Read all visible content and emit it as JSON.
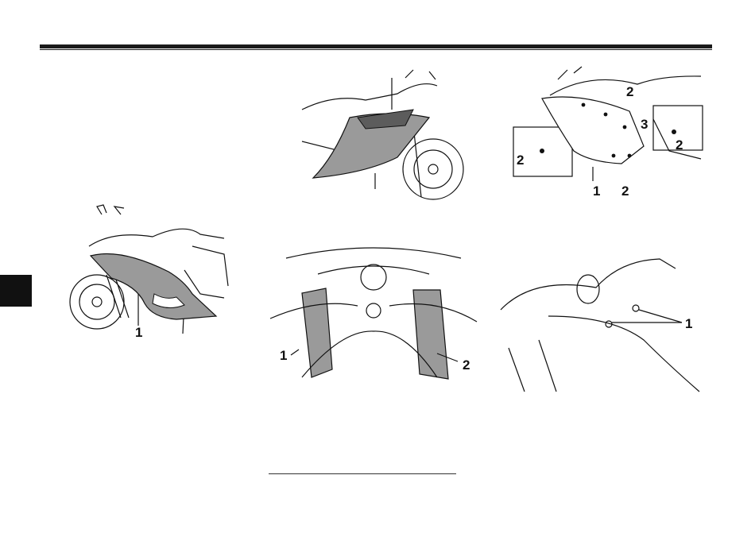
{
  "figures": {
    "fig_left_fairing": {
      "callouts": [
        "1"
      ]
    },
    "fig_top_center_panel": {
      "callouts": []
    },
    "fig_top_right_bolts": {
      "callouts": [
        "2",
        "3",
        "2",
        "2",
        "1",
        "2"
      ]
    },
    "fig_handlebar_panels": {
      "callouts": [
        "1",
        "2"
      ]
    },
    "fig_cover_screws": {
      "callouts": [
        "1"
      ]
    }
  },
  "colors": {
    "ink": "#111111",
    "panel_fill": "#9a9a9a",
    "page": "#ffffff"
  }
}
